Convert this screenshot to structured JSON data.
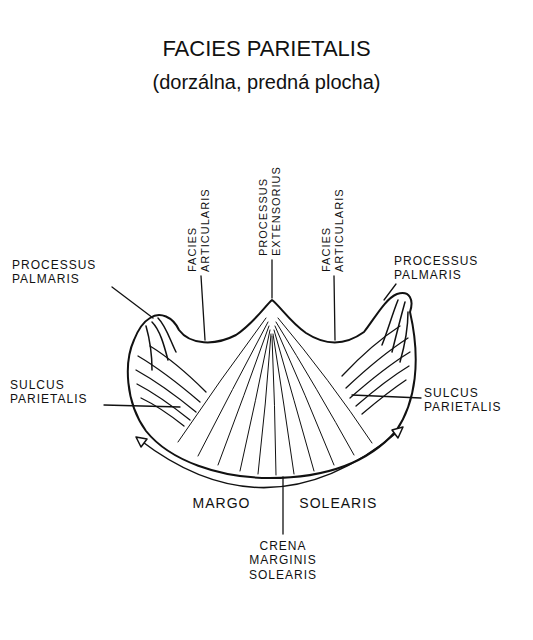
{
  "diagram": {
    "title": "FACIES PARIETALIS",
    "labels": [
      "(dorzálna, predná plocha)",
      "PROCESSUS PALMARIS",
      "FACIES ARTICULARIS",
      "PROCESSUS EXTENSORIUS",
      "FACIES ARTICULARIS",
      "PROCESSUS PALMARIS",
      "SULCUS PARIETALIS",
      "SULCUS PARIETALIS",
      "MARGO SOLEARIS",
      "CRENA MARGINIS SOLEARIS"
    ]
  }
}
